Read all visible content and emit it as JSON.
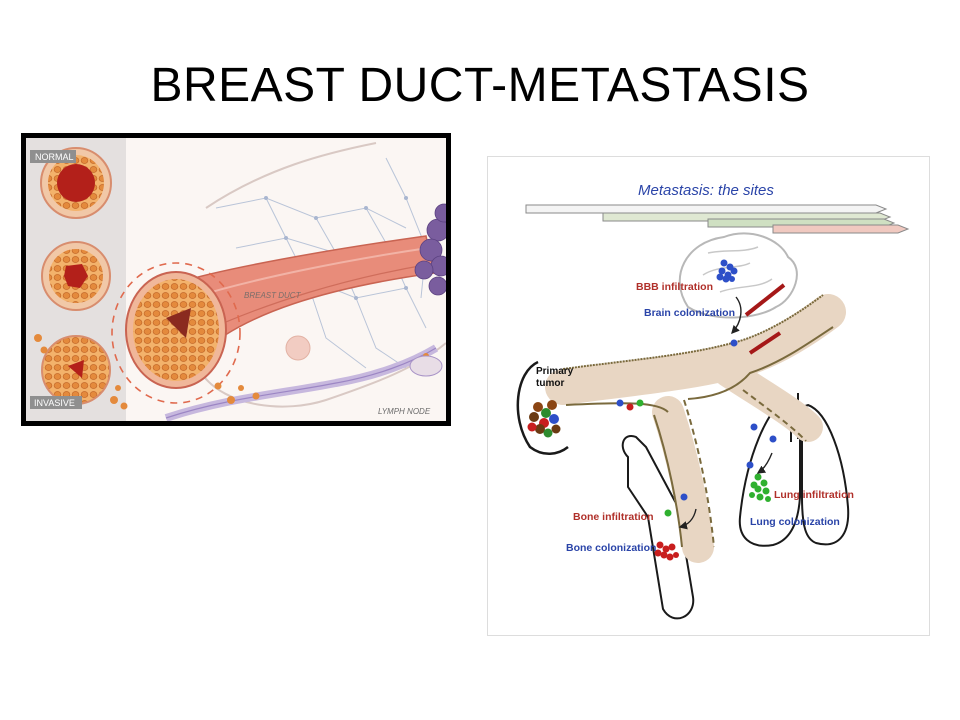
{
  "slide": {
    "title": "BREAST DUCT-METASTASIS"
  },
  "left_figure": {
    "stages": {
      "normal": "NORMAL",
      "invasive": "INVASIVE"
    },
    "labels": {
      "duct": "BREAST DUCT",
      "node": "LYMPH NODE"
    }
  },
  "right_figure": {
    "title": "Metastasis: the sites",
    "labels": {
      "primary_line1": "Primary",
      "primary_line2": "tumor",
      "bbb": "BBB infiltration",
      "brain": "Brain colonization",
      "lung_inf": "Lung infiltration",
      "lung_col": "Lung colonization",
      "bone_inf": "Bone infiltration",
      "bone_col": "Bone colonization"
    }
  },
  "colors": {
    "duct_pink": "#e88c7a",
    "tumor_orange": "#e8974b",
    "lymph_purple": "#7a5d9e",
    "vessel_beige": "#e8d6c3",
    "vessel_edge": "#7a6a3d",
    "label_red": "#b0302a",
    "label_blue": "#2a44a8",
    "cell_blue": "#2d4fc8",
    "cell_green": "#2fb02f",
    "cell_red": "#c81e1e"
  }
}
